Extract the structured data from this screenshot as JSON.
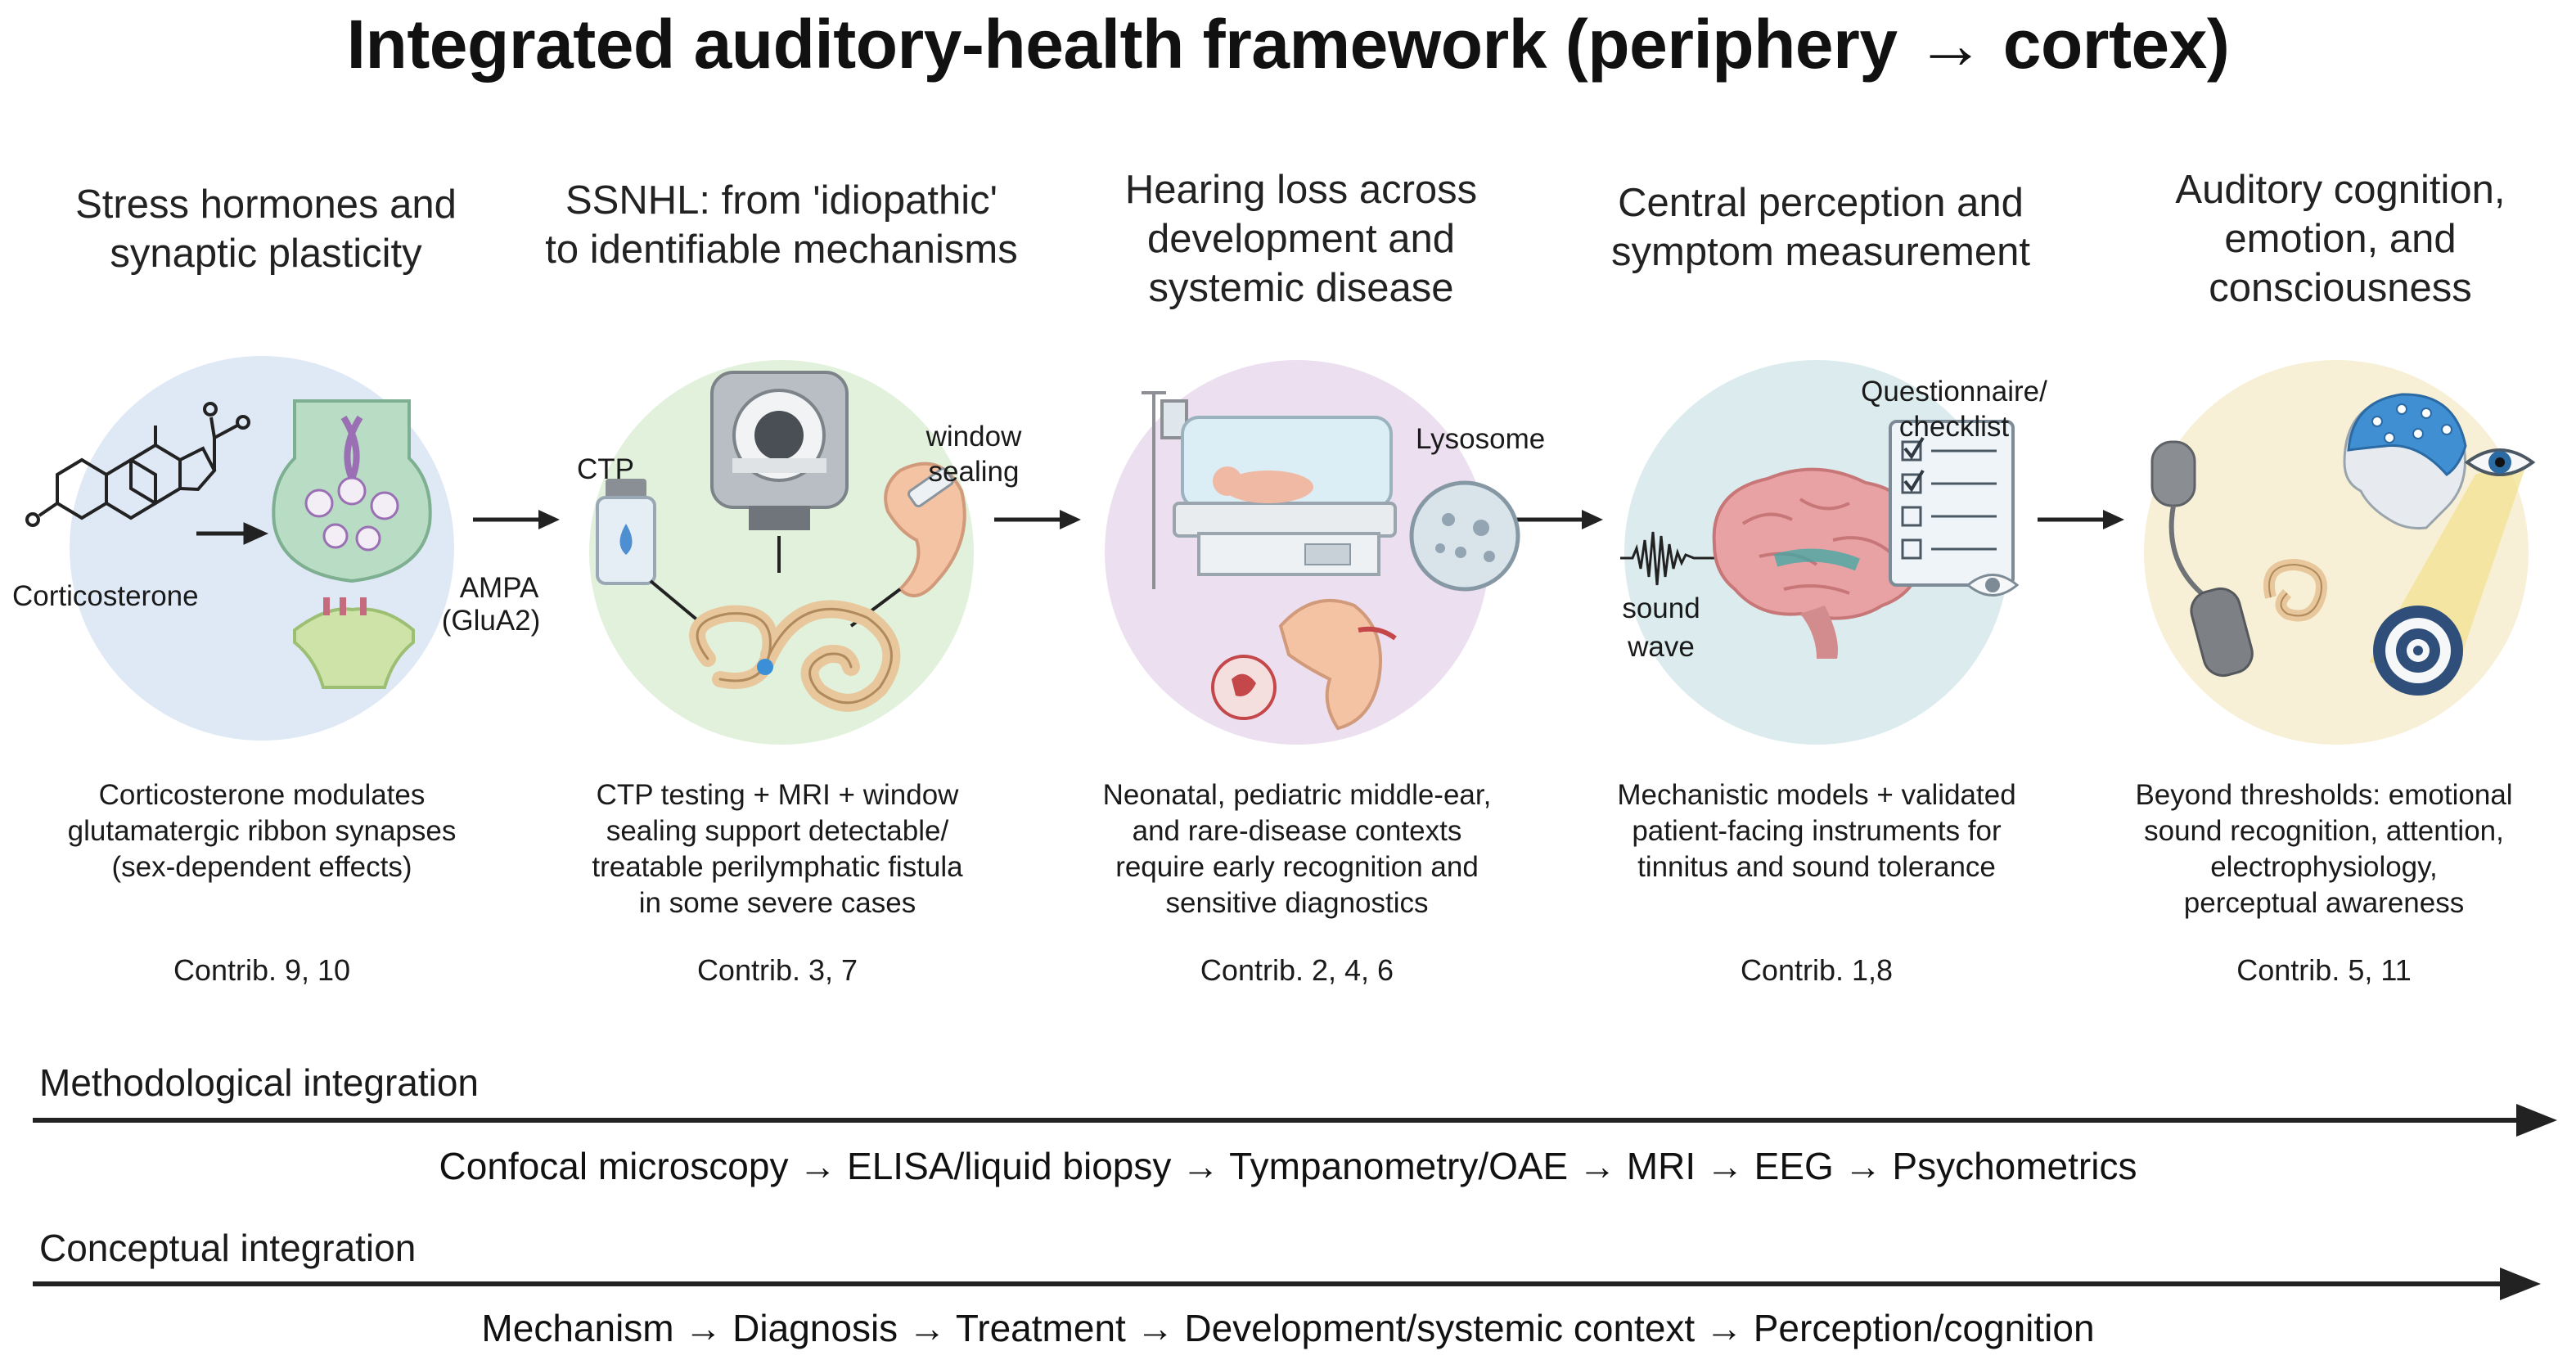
{
  "title": "Integrated auditory-health framework (periphery → cortex)",
  "columns": [
    {
      "heading": [
        "Stress hormones and",
        "synaptic plasticity"
      ],
      "labels": {
        "corticosterone": "Corticosterone",
        "ampa_1": "AMPA",
        "ampa_2": "(GluA2)"
      },
      "description": [
        "Corticosterone modulates",
        "glutamatergic ribbon synapses",
        "(sex-dependent effects)"
      ],
      "refs": "Contrib. 9, 10",
      "bg": "#dfe9f5"
    },
    {
      "heading": [
        "SSNHL: from 'idiopathic'",
        "to identifiable mechanisms"
      ],
      "labels": {
        "ctp": "CTP",
        "window_1": "window",
        "window_2": "sealing"
      },
      "description": [
        "CTP testing + MRI + window",
        "sealing support detectable/",
        "treatable perilymphatic fistula",
        "in some severe cases"
      ],
      "refs": "Contrib. 3, 7",
      "bg": "#e2f1dc"
    },
    {
      "heading": [
        "Hearing loss across",
        "development and",
        "systemic disease"
      ],
      "labels": {
        "lysosome": "Lysosome"
      },
      "description": [
        "Neonatal, pediatric middle-ear,",
        "and rare-disease contexts",
        "require early recognition and",
        "sensitive diagnostics"
      ],
      "refs": "Contrib. 2, 4, 6",
      "bg": "#ecdff0"
    },
    {
      "heading": [
        "Central perception and",
        "symptom measurement"
      ],
      "labels": {
        "question_1": "Questionnaire/",
        "question_2": "checklist",
        "sound_1": "sound",
        "sound_2": "wave"
      },
      "description": [
        "Mechanistic models + validated",
        "patient-facing instruments for",
        "tinnitus and sound tolerance"
      ],
      "refs": "Contrib. 1,8",
      "bg": "#dcecee"
    },
    {
      "heading": [
        "Auditory cognition,",
        "emotion, and",
        "consciousness"
      ],
      "labels": {},
      "description": [
        "Beyond thresholds: emotional",
        "sound recognition, attention,",
        "electrophysiology,",
        "perceptual awareness"
      ],
      "refs": "Contrib. 5, 11",
      "bg": "#f7f0d6"
    }
  ],
  "bands": [
    {
      "title": "Methodological integration",
      "flow": "Confocal microscopy → ELISA/liquid biopsy → Tympanometry/OAE → MRI → EEG → Psychometrics"
    },
    {
      "title": "Conceptual integration",
      "flow": "Mechanism → Diagnosis → Treatment → Development/systemic context → Perception/cognition"
    }
  ],
  "colors": {
    "arrow": "#222222",
    "text": "#111111"
  }
}
